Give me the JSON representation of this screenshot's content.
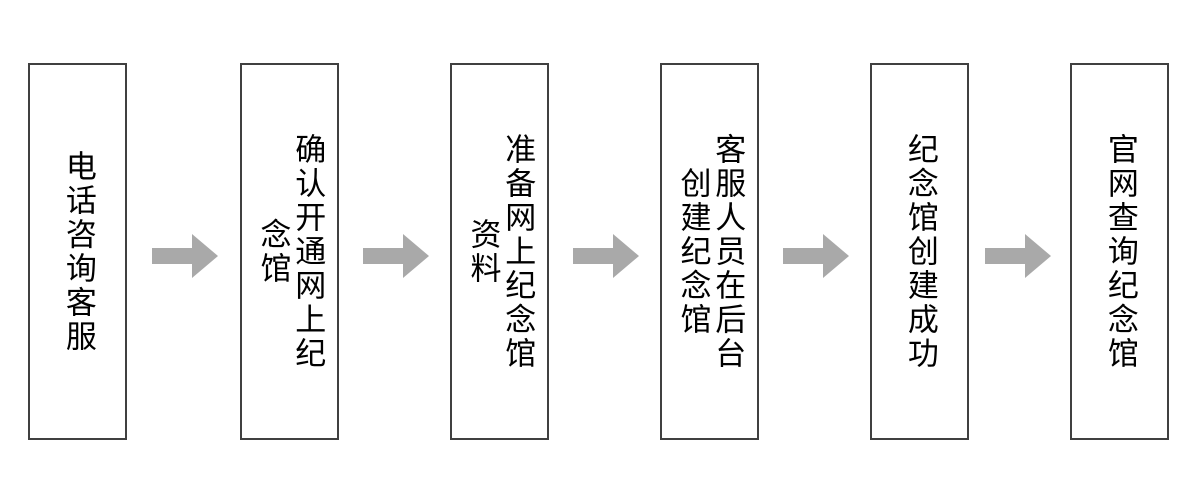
{
  "diagram": {
    "type": "linear-process-flow",
    "orientation": "left-to-right",
    "background_color": "#ffffff",
    "node_border_color": "#404040",
    "node_fill_color": "#ffffff",
    "arrow_color": "#a9a9a9",
    "text_color": "#000000",
    "text_direction": "vertical-rl",
    "nodes": [
      {
        "id": "step-1",
        "label": "电话咨询客服",
        "columns": [
          "电话咨询客服"
        ]
      },
      {
        "id": "step-2",
        "label": "确认开通网上纪念馆",
        "columns": [
          "确认开通网上纪念馆"
        ]
      },
      {
        "id": "step-3",
        "label": "准备网上纪念馆资料",
        "columns": [
          "准备网上纪念馆资料"
        ]
      },
      {
        "id": "step-4",
        "label": "客服人员在后台创建纪念馆",
        "columns": [
          "客服人员在后台",
          "创建纪念馆"
        ]
      },
      {
        "id": "step-5",
        "label": "纪念馆创建成功",
        "columns": [
          "纪念馆创建成功"
        ]
      },
      {
        "id": "step-6",
        "label": "官网查询纪念馆",
        "columns": [
          "官网查询纪念馆"
        ]
      }
    ],
    "connectors": [
      {
        "id": "arrow-1",
        "from": "step-1",
        "to": "step-2",
        "shape": "block-arrow-right"
      },
      {
        "id": "arrow-2",
        "from": "step-2",
        "to": "step-3",
        "shape": "block-arrow-right"
      },
      {
        "id": "arrow-3",
        "from": "step-3",
        "to": "step-4",
        "shape": "block-arrow-right"
      },
      {
        "id": "arrow-4",
        "from": "step-4",
        "to": "step-5",
        "shape": "block-arrow-right"
      },
      {
        "id": "arrow-5",
        "from": "step-5",
        "to": "step-6",
        "shape": "block-arrow-right"
      }
    ]
  }
}
